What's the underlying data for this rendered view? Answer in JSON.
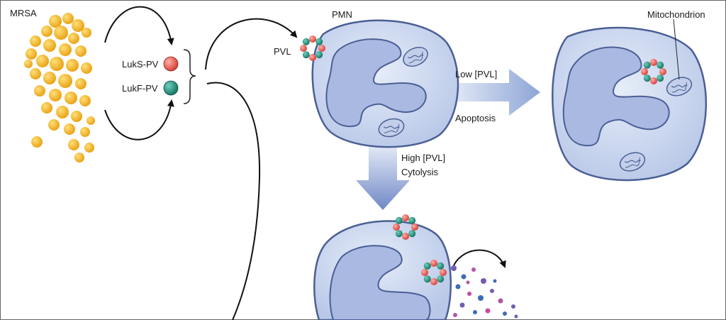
{
  "labels": {
    "mrsa": "MRSA",
    "luks": "LukS-PV",
    "lukf": "LukF-PV",
    "pvl": "PVL",
    "pmn": "PMN",
    "low_pvl": "Low [PVL]",
    "apoptosis": "Apoptosis",
    "high_pvl": "High [PVL]",
    "cytolysis": "Cytolysis",
    "mitochondrion": "Mitochondrion"
  },
  "colors": {
    "luks": "#e64a45",
    "lukf": "#1f8a7a",
    "bacteria": "#f2b31c",
    "cell_fill": "#c9d6ef",
    "cell_edge": "#4a5f95",
    "nucleus": "#a9b9e2",
    "arrow_blue": "#7f96cf"
  }
}
